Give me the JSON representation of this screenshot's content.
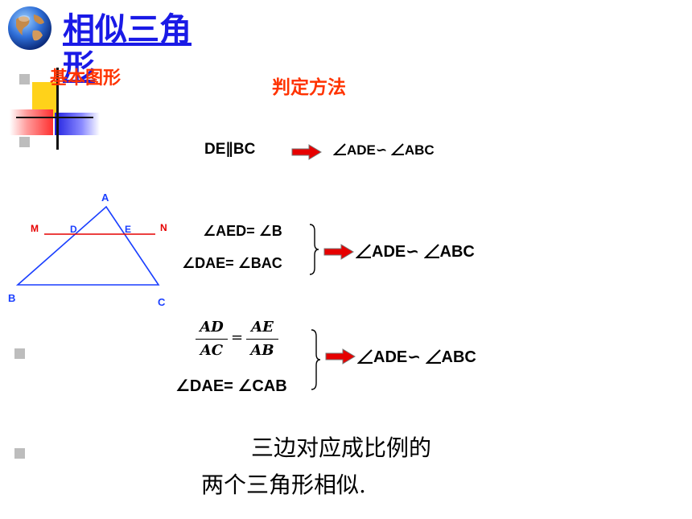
{
  "slide": {
    "title": "相似三角形",
    "section_label": "基本图形",
    "method_label": "判定方法",
    "colors": {
      "title": "#1a1ae6",
      "accent": "#ff3300",
      "arrow": "#e60000",
      "triangle": "#1a3fff",
      "bullet": "#bdbdbd"
    },
    "row1": {
      "condition": "DE∥BC",
      "result_a": "ADE∽",
      "result_b": "ABC"
    },
    "figure": {
      "vertices": {
        "a": "A",
        "b": "B",
        "c": "C",
        "d": "D",
        "e": "E",
        "m": "M",
        "n": "N"
      }
    },
    "row2": {
      "cond1": "∠AED= ∠B",
      "cond2": "∠DAE= ∠BAC",
      "result_a": "ADE∽",
      "result_b": "ABC"
    },
    "row3": {
      "frac1_num": "AD",
      "frac1_den": "AC",
      "equals": "=",
      "frac2_num": "AE",
      "frac2_den": "AB",
      "cond2": "∠DAE= ∠CAB",
      "result_a": "ADE∽",
      "result_b": "ABC"
    },
    "conclusion": {
      "line1": "三边对应成比例的",
      "line2": "两个三角形相似."
    }
  }
}
